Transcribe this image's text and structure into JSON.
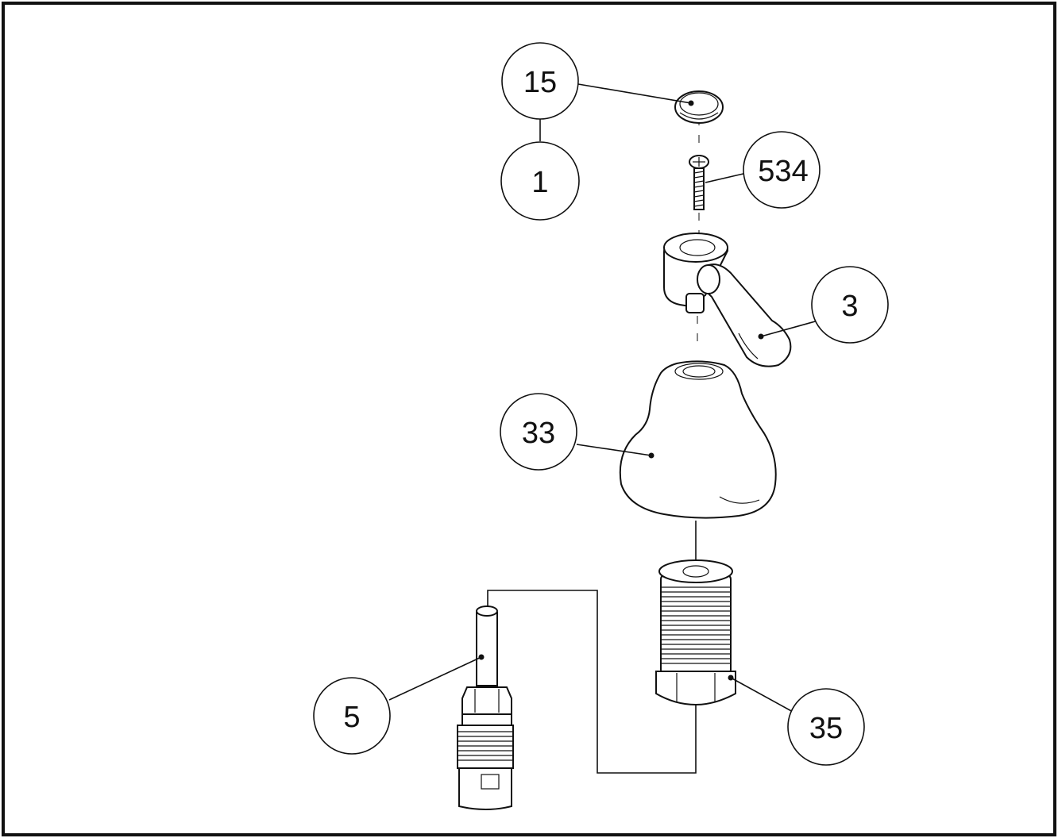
{
  "diagram": {
    "colors": {
      "line": "#111111",
      "background": "#ffffff"
    },
    "callouts": [
      {
        "id": "c15",
        "label": "15",
        "part": "button cap"
      },
      {
        "id": "c1",
        "label": "1",
        "part": "handle assembly"
      },
      {
        "id": "c534",
        "label": "534",
        "part": "screw"
      },
      {
        "id": "c3",
        "label": "3",
        "part": "lever handle"
      },
      {
        "id": "c33",
        "label": "33",
        "part": "escutcheon"
      },
      {
        "id": "c5",
        "label": "5",
        "part": "stem cartridge"
      },
      {
        "id": "c35",
        "label": "35",
        "part": "bonnet nut"
      }
    ]
  }
}
